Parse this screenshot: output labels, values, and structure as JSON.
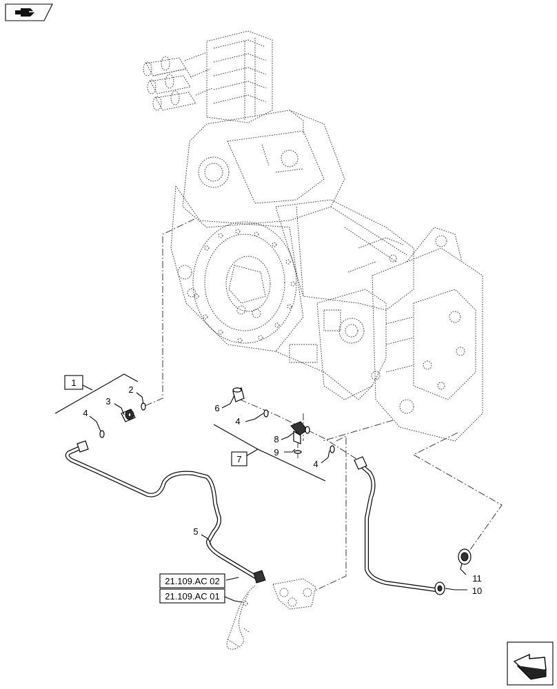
{
  "icons": {
    "top_left": "hydraulic-line-icon",
    "bottom_right": "next-page-arrow-icon"
  },
  "callouts": {
    "c1": "1",
    "c2": "2",
    "c3": "3",
    "c4a": "4",
    "c5": "5",
    "c6": "6",
    "c4b": "4",
    "c7": "7",
    "c8": "8",
    "c9": "9",
    "c4c": "4",
    "c11": "11",
    "c10": "10"
  },
  "references": {
    "ref1": "21.109.AC 02",
    "ref2": "21.109.AC 01"
  }
}
